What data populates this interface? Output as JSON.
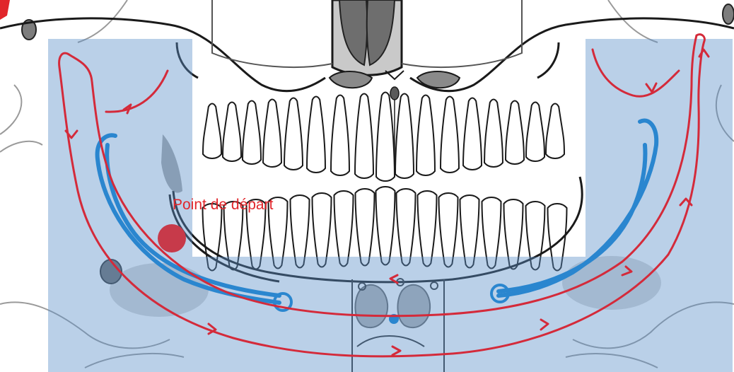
{
  "diagram": {
    "start_label": "Point de départ",
    "colors": {
      "overlay": "#5b8ec9",
      "trace_red": "#d42a3a",
      "trace_blue": "#2a86cf",
      "start_marker": "#c73a4a",
      "outline": "#1a1a1a",
      "sketch": "#8a8a8a",
      "shade": "#7f7f7f"
    },
    "icons": {
      "start_marker": "filled-circle",
      "direction_marks": "chevron-arrow"
    }
  }
}
